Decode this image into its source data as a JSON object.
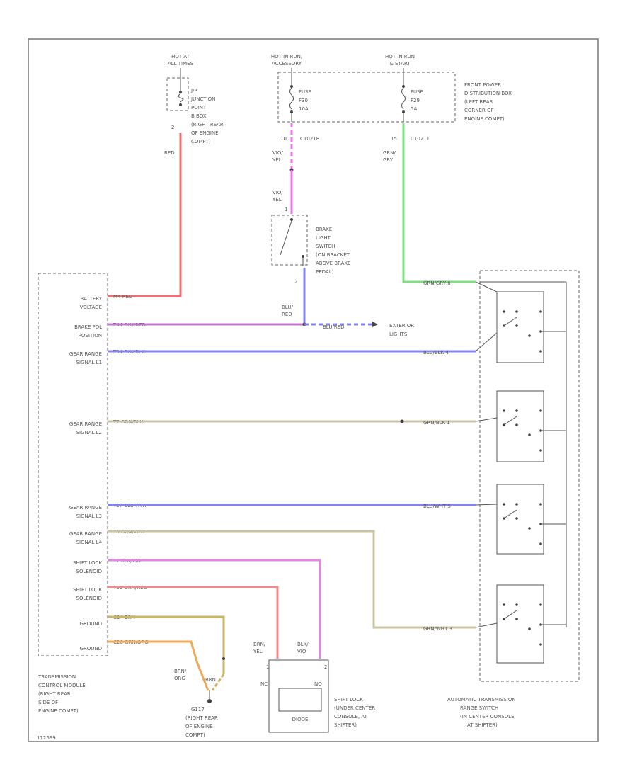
{
  "colors": {
    "red": "#f26d6d",
    "pink": "#ee74ee",
    "green": "#7ee07e",
    "purple": "#c078cc",
    "blue": "#8484f0",
    "tan": "#c8c3a0",
    "violet": "#e088e0",
    "salmon": "#ef8a8a",
    "ochre": "#c9b468",
    "orange": "#eeaa5a"
  },
  "power": {
    "hot_all_times_1": "HOT AT",
    "hot_all_times_2": "ALL TIMES",
    "hot_run_acc_1": "HOT IN RUN,",
    "hot_run_acc_2": "ACCESSORY",
    "hot_run_start_1": "HOT IN RUN",
    "hot_run_start_2": "& START"
  },
  "junction_point": {
    "lines": [
      "J/P",
      "JUNCTION",
      "POINT",
      "B BOX",
      "(RIGHT REAR",
      "OF ENGINE",
      "COMPT)"
    ],
    "pin": "2"
  },
  "fuse_box": {
    "lines": [
      "FRONT POWER",
      "DISTRIBUTION BOX",
      "(LEFT REAR",
      "CORNER OF",
      "ENGINE COMPT)"
    ],
    "fuse1": [
      "FUSE",
      "F30",
      "10A"
    ],
    "fuse2": [
      "FUSE",
      "F29",
      "5A"
    ],
    "fuse1_pin": "10",
    "fuse1_conn": "C1021B",
    "fuse2_pin": "15",
    "fuse2_conn": "C1021T"
  },
  "brake_switch": {
    "lines": [
      "BRAKE",
      "LIGHT",
      "SWITCH",
      "(ON BRACKET",
      "ABOVE BRAKE",
      "PEDAL)"
    ],
    "pin_in": "1",
    "pin_out": "2",
    "wire_in_1": "VIO/",
    "wire_in_2": "YEL",
    "wire_out_1": "BLU/",
    "wire_out_2": "RED",
    "wire_top_1": "VIO/",
    "wire_top_2": "YEL"
  },
  "wire_labels": {
    "red": "RED",
    "grn_gry_1": "GRN/",
    "grn_gry_2": "GRY",
    "ext_wire": "BLU/RED",
    "exterior_1": "EXTERIOR",
    "exterior_2": "LIGHTS"
  },
  "tcm": {
    "lines": [
      "TRANSMISSION",
      "CONTROL MODULE",
      "(RIGHT REAR",
      "SIDE OF",
      "ENGINE COMPT)"
    ],
    "pins": [
      {
        "l1": "BATTERY",
        "l2": "VOLTAGE",
        "wire": "M4 RED"
      },
      {
        "l1": "BRAKE PDL",
        "l2": "POSITION",
        "wire": "T44 BLU/RED"
      },
      {
        "l1": "GEAR RANGE",
        "l2": "SIGNAL L1",
        "wire": "T34 BLU/BLK"
      },
      {
        "l1": "GEAR RANGE",
        "l2": "SIGNAL L2",
        "wire": "T7 GRN/BLK"
      },
      {
        "l1": "GEAR RANGE",
        "l2": "SIGNAL L3",
        "wire": "T27 BLU/WHT"
      },
      {
        "l1": "GEAR RANGE",
        "l2": "SIGNAL L4",
        "wire": "T8 GRN/WHT"
      },
      {
        "l1": "SHIFT LOCK",
        "l2": "SOLENOID",
        "wire": "T7 BLK/VIO"
      },
      {
        "l1": "SHIFT LOCK",
        "l2": "SOLENOID",
        "wire": "T33 GRN/RED"
      },
      {
        "l1": "GROUND",
        "l2": "",
        "wire": "C34 BRN"
      },
      {
        "l1": "GROUND",
        "l2": "",
        "wire": "C26 GRN/ORG"
      }
    ]
  },
  "trs": {
    "lines": [
      "AUTOMATIC TRANSMISSION",
      "RANGE SWITCH",
      "(IN CENTER CONSOLE,",
      "AT SHIFTER)"
    ],
    "w1": "GRN/GRY  6",
    "w2": "BLU/BLK  4",
    "w3": "GRN/BLK  1",
    "w4": "BLU/WHT  5",
    "w5": "GRN/WHT  3"
  },
  "shift_lock": {
    "lines": [
      "SHIFT LOCK",
      "(UNDER CENTER",
      "CONSOLE, AT",
      "SHIFTER)"
    ],
    "w_left_1": "BRN/",
    "w_left_2": "YEL",
    "w_right_1": "BLK/",
    "w_right_2": "VIO",
    "pin_l": "1",
    "pin_r": "2",
    "term_l": "NC",
    "term_r": "NO",
    "coil": "DIODE"
  },
  "ground": {
    "lines": [
      "G117",
      "(RIGHT REAR",
      "OF ENGINE",
      "COMPT)"
    ],
    "wa_1": "BRN/",
    "wa_2": "ORG",
    "wb": "BRN"
  },
  "footer": {
    "code": "112699"
  }
}
